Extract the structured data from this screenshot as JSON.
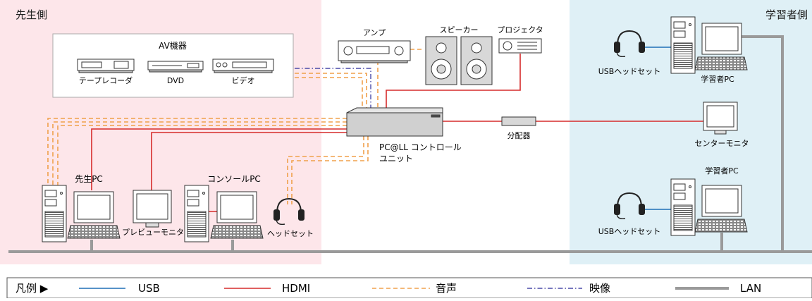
{
  "zones": {
    "teacher": {
      "label": "先生側"
    },
    "learner": {
      "label": "学習者側"
    }
  },
  "av_panel": {
    "title": "AV機器",
    "devices": [
      "テープレコーダ",
      "DVD",
      "ビデオ"
    ]
  },
  "equipment": {
    "amp": "アンプ",
    "speaker": "スピーカー",
    "projector": "プロジェクタ",
    "control_unit_line1": "PC@LL コントロール",
    "control_unit_line2": "ユニット",
    "distributor": "分配器",
    "center_monitor": "センターモニタ",
    "teacher_pc": "先生PC",
    "console_pc": "コンソールPC",
    "preview_monitor": "プレビューモニタ",
    "headset": "ヘッドセット",
    "learner_pc_top": "学習者PC",
    "learner_pc_bottom": "学習者PC",
    "usb_headset_top": "USBヘッドセット",
    "usb_headset_bottom": "USBヘッドセット"
  },
  "legend": {
    "prefix": "凡例 ▶",
    "items": [
      {
        "label": "USB",
        "color": "#1f6fb5",
        "style": "solid"
      },
      {
        "label": "HDMI",
        "color": "#d62b2b",
        "style": "solid"
      },
      {
        "label": "音声",
        "color": "#f0a04b",
        "style": "dashed"
      },
      {
        "label": "映像",
        "color": "#4a4aa8",
        "style": "dash-dot"
      },
      {
        "label": "LAN",
        "color": "#9a9a9a",
        "style": "thick"
      }
    ]
  },
  "colors": {
    "teacher_zone": "#fde6ea",
    "learner_zone": "#dff0f6",
    "usb": "#1f6fb5",
    "hdmi": "#d62b2b",
    "audio": "#f0a04b",
    "video": "#4a4aa8",
    "lan": "#9a9a9a"
  }
}
